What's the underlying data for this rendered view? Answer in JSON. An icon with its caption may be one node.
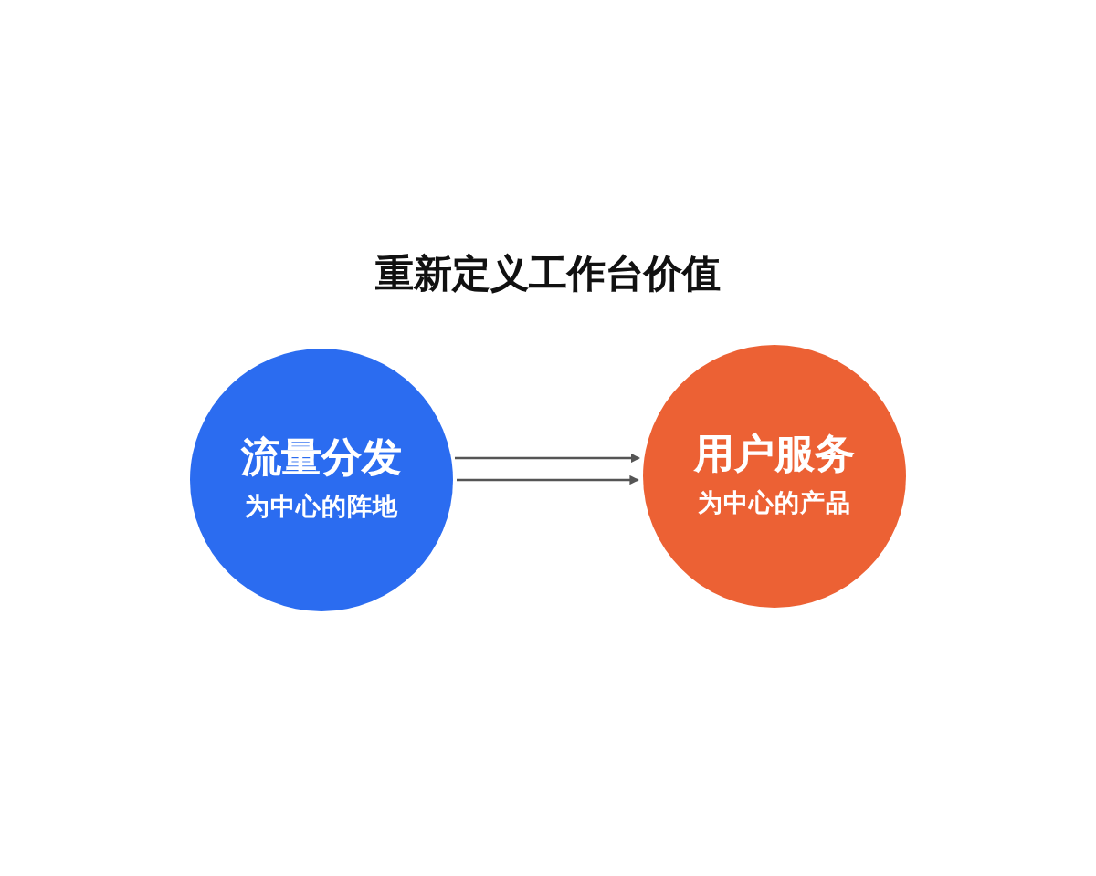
{
  "diagram": {
    "title": "重新定义工作台价值",
    "nodes": [
      {
        "text": [
          "流量分发",
          "为中心的阵地"
        ]
      },
      {
        "text": [
          "用户服务",
          "为中心的产品"
        ]
      }
    ],
    "edges": [
      {
        "from": 0,
        "to": 1,
        "arrow": "to"
      },
      {
        "from": 0,
        "to": 1,
        "arrow": "to"
      }
    ]
  }
}
